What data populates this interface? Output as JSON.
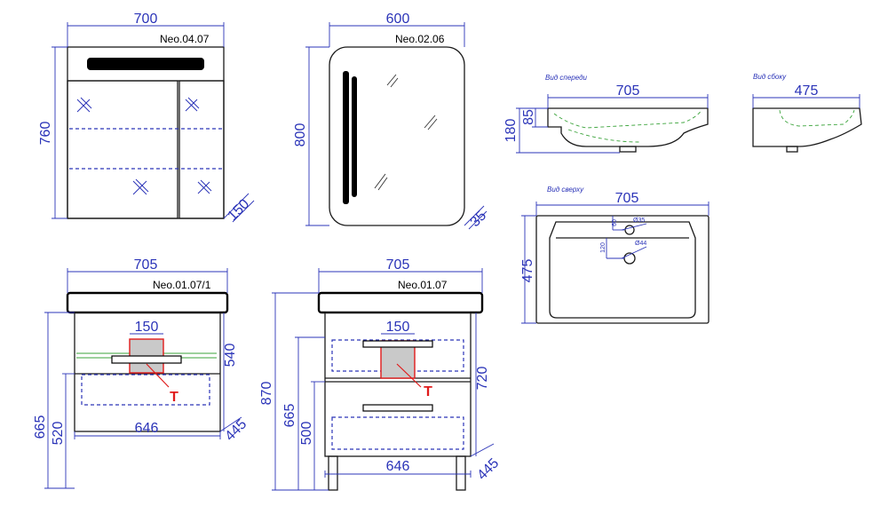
{
  "mirror_cabinet": {
    "model": "Neo.04.07",
    "width": "700",
    "height": "760",
    "depth": "150"
  },
  "mirror": {
    "model": "Neo.02.06",
    "width": "600",
    "height": "800",
    "depth": "35"
  },
  "basin_front": {
    "view_label": "Вид спереди",
    "width": "705",
    "height": "180",
    "rim": "85"
  },
  "basin_side": {
    "view_label": "Вид сбоку",
    "depth": "475"
  },
  "basin_top": {
    "view_label": "Вид сверху",
    "width": "705",
    "depth": "475",
    "tap_hole": "Ø35",
    "drain_hole": "Ø44",
    "tap_offset": "60",
    "drain_offset": "120"
  },
  "wall_vanity": {
    "model": "Neo.01.07/1",
    "top_width": "705",
    "siphon_cutout": "150",
    "body_width": "646",
    "body_height": "540",
    "depth": "445",
    "install_height": "665",
    "bottom_height": "520",
    "siphon_marker": "T"
  },
  "floor_vanity": {
    "model": "Neo.01.07",
    "top_width": "705",
    "siphon_cutout": "150",
    "body_width": "646",
    "body_height": "720",
    "depth": "445",
    "total_height": "870",
    "install_height": "665",
    "drawer_height": "500",
    "siphon_marker": "T"
  },
  "colors": {
    "dimension": "#2b34b8",
    "outline": "#1a1a1a",
    "siphon_zone": "#e01b1b",
    "drain_line": "#3aa33a"
  }
}
